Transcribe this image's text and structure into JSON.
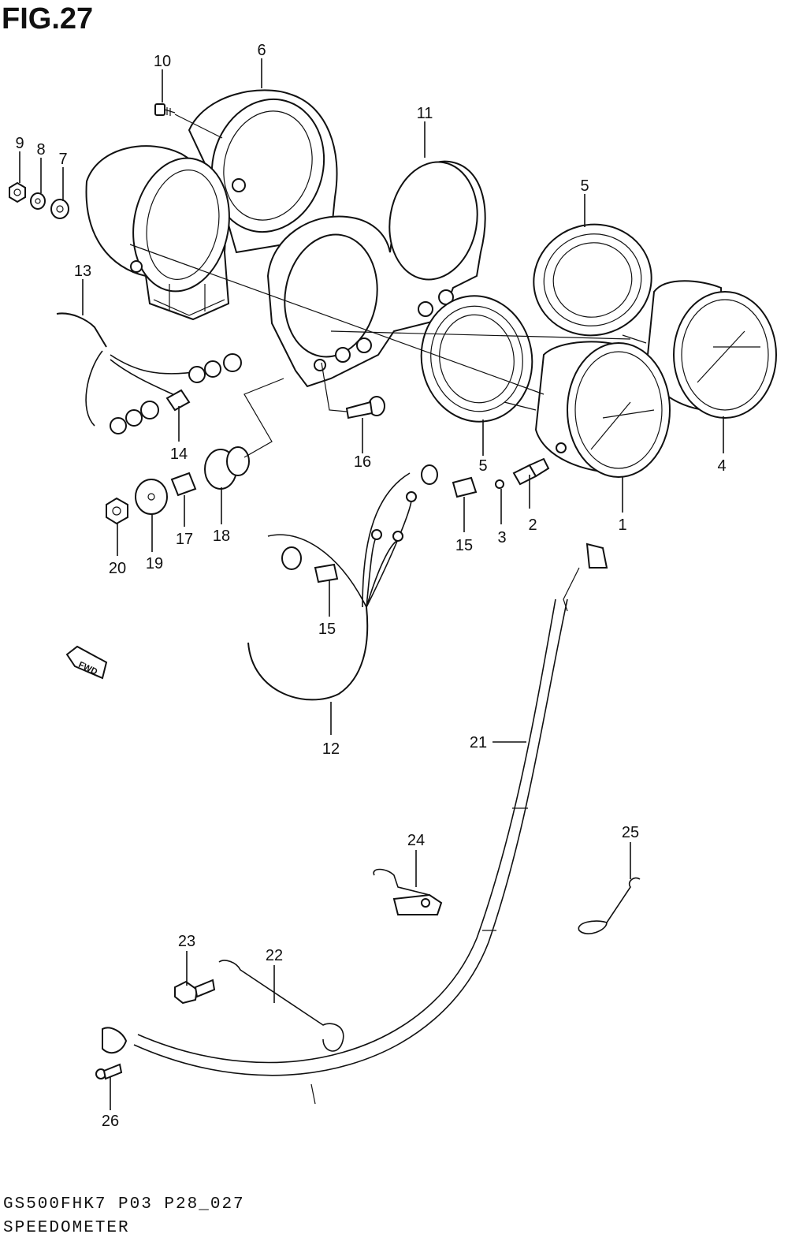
{
  "figure": {
    "title": "FIG.27"
  },
  "footer": {
    "code": "GS500FHK7 P03 P28_027",
    "name": "SPEEDOMETER"
  },
  "fwd_label": "FWD",
  "callouts": [
    "1",
    "2",
    "3",
    "4",
    "5",
    "5",
    "6",
    "7",
    "8",
    "9",
    "10",
    "11",
    "12",
    "13",
    "14",
    "15",
    "15",
    "16",
    "17",
    "18",
    "19",
    "20",
    "21",
    "22",
    "23",
    "24",
    "25",
    "26"
  ]
}
